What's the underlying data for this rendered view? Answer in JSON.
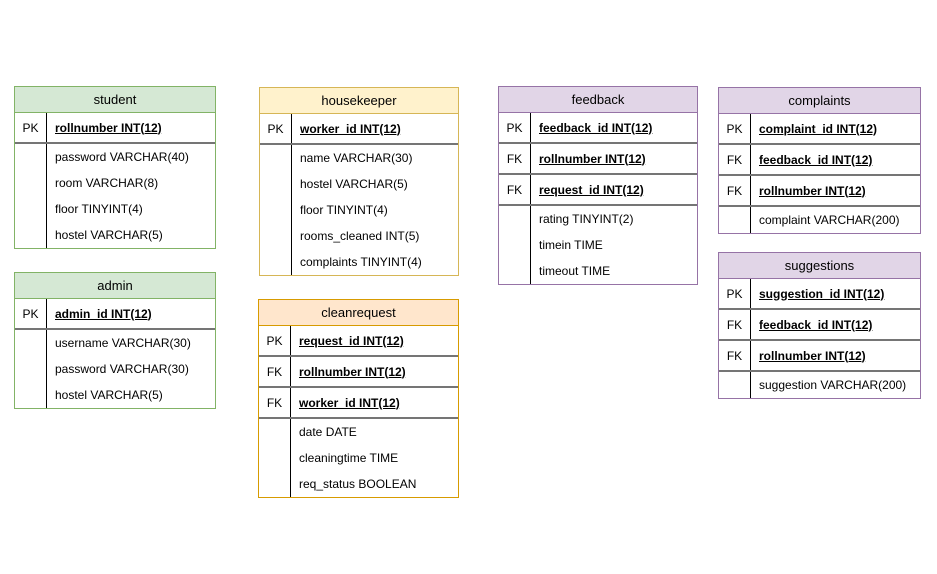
{
  "tables": [
    {
      "name": "student",
      "fill": "#d5e8d4",
      "stroke": "#82b366",
      "keys": [
        {
          "label": "PK",
          "field": "rollnumber INT(12)"
        }
      ],
      "attributes": [
        "password VARCHAR(40)",
        "room VARCHAR(8)",
        "floor TINYINT(4)",
        "hostel VARCHAR(5)"
      ]
    },
    {
      "name": "admin",
      "fill": "#d5e8d4",
      "stroke": "#82b366",
      "keys": [
        {
          "label": "PK",
          "field": "admin_id INT(12)"
        }
      ],
      "attributes": [
        "username VARCHAR(30)",
        "password VARCHAR(30)",
        "hostel VARCHAR(5)"
      ]
    },
    {
      "name": "housekeeper",
      "fill": "#fff2cc",
      "stroke": "#d6b656",
      "keys": [
        {
          "label": "PK",
          "field": "worker_id INT(12)"
        }
      ],
      "attributes": [
        "name VARCHAR(30)",
        "hostel VARCHAR(5)",
        "floor TINYINT(4)",
        "rooms_cleaned INT(5)",
        "complaints TINYINT(4)"
      ]
    },
    {
      "name": "cleanrequest",
      "fill": "#ffe6cc",
      "stroke": "#d79b00",
      "keys": [
        {
          "label": "PK",
          "field": "request_id INT(12)"
        },
        {
          "label": "FK",
          "field": "rollnumber INT(12)"
        },
        {
          "label": "FK",
          "field": "worker_id INT(12)"
        }
      ],
      "attributes": [
        "date DATE",
        "cleaningtime TIME",
        "req_status BOOLEAN"
      ]
    },
    {
      "name": "feedback",
      "fill": "#e1d5e7",
      "stroke": "#9673a6",
      "keys": [
        {
          "label": "PK",
          "field": "feedback_id INT(12)"
        },
        {
          "label": "FK",
          "field": "rollnumber INT(12)"
        },
        {
          "label": "FK",
          "field": "request_id INT(12)"
        }
      ],
      "attributes": [
        "rating TINYINT(2)",
        "timein TIME",
        "timeout TIME"
      ]
    },
    {
      "name": "complaints",
      "fill": "#e1d5e7",
      "stroke": "#9673a6",
      "keys": [
        {
          "label": "PK",
          "field": "complaint_id INT(12)"
        },
        {
          "label": "FK",
          "field": "feedback_id INT(12)"
        },
        {
          "label": "FK",
          "field": "rollnumber INT(12)"
        }
      ],
      "attributes": [
        "complaint VARCHAR(200)"
      ]
    },
    {
      "name": "suggestions",
      "fill": "#e1d5e7",
      "stroke": "#9673a6",
      "keys": [
        {
          "label": "PK",
          "field": "suggestion_id INT(12)"
        },
        {
          "label": "FK",
          "field": "feedback_id INT(12)"
        },
        {
          "label": "FK",
          "field": "rollnumber INT(12)"
        }
      ],
      "attributes": [
        "suggestion VARCHAR(200)"
      ]
    }
  ]
}
